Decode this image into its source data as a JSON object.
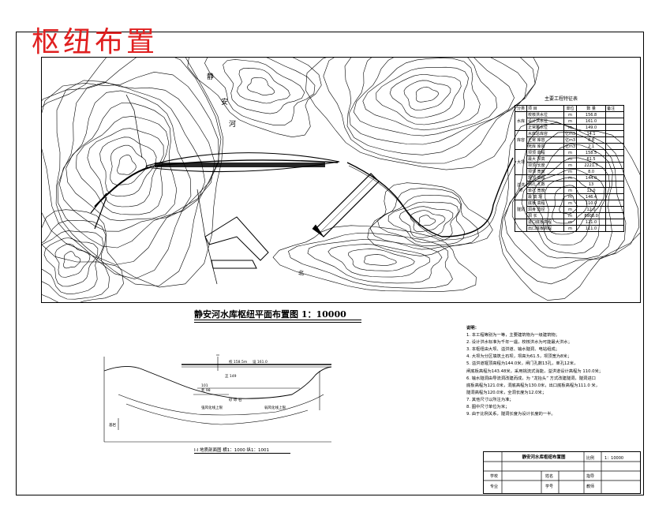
{
  "title": "枢纽布置",
  "plan": {
    "title": "静安河水库枢纽平面布置图 1：10000",
    "labels": {
      "river_1": "静",
      "river_2": "安",
      "river_3": "河",
      "north": "北"
    }
  },
  "table": {
    "title": "主要工程特征表",
    "headers": [
      "分类",
      "项 目",
      "单位",
      "数 量",
      "备注"
    ],
    "groups": [
      {
        "name": "水库",
        "rows": [
          [
            "校核洪水位",
            "m",
            "156.8"
          ],
          [
            "设计洪水位",
            "m",
            "161.0"
          ],
          [
            "正常蓄水位",
            "m",
            "149.0"
          ]
        ]
      },
      {
        "name": "库容",
        "rows": [
          [
            "水库总库容",
            "亿m3",
            "14.1"
          ],
          [
            "正常 库容",
            "亿m3",
            "8.8"
          ],
          [
            "死库 库容",
            "亿m3",
            "2.1"
          ]
        ]
      },
      {
        "name": "大坝",
        "rows": [
          [
            "坝顶 高程",
            "m",
            "158.5"
          ],
          [
            "最大 坝高",
            "m",
            "61.5"
          ],
          [
            "坝顶 长度",
            "m",
            "2221.7"
          ],
          [
            "坝顶 宽度",
            "m",
            "8.0"
          ]
        ]
      },
      {
        "name": "溢洪道",
        "rows": [
          [
            "堰顶 高程",
            "m",
            "144.0"
          ],
          [
            "闸孔 孔数",
            "",
            "13"
          ],
          [
            "单孔 宽度",
            "m",
            "12.0"
          ],
          [
            "最 高 堰",
            "m",
            "146.4"
          ]
        ]
      },
      {
        "name": "隧洞",
        "rows": [
          [
            "底板 高程",
            "m",
            "110.0"
          ],
          [
            "洞身 直径",
            "m",
            "12.0"
          ],
          [
            "洞 长",
            "m",
            "8908.0"
          ]
        ]
      },
      {
        "name": "",
        "rows": [
          [
            "进口底板高程",
            "m",
            "121.0"
          ],
          [
            "出口底板高程",
            "m",
            "111.0"
          ]
        ]
      }
    ]
  },
  "notes": {
    "heading": "说明：",
    "items": [
      "1. 本工程等别为一等，主要建筑物为一级建筑物；",
      "2. 设计洪水标准为千年一遇，校核洪水为可能最大洪水；",
      "3. 本枢纽由大坝、溢洪道、输水隧洞、电站组成；",
      "4. 大坝为分区填筑土石坝，坝高为61.5，坝顶宽为8米；",
      "5. 溢洪道堰顶高程为144.0米，闸门孔数13孔，单孔12米，",
      "   闸底板高程为143.48米，采用挑流式消能，溢洪道设计高程为 110.0米；",
      "6. 输水隧洞由导流洞改建而成，为 “龙抬头” 方式改建隧洞，隧洞进口",
      "   底板高程为121.0米，洞底高程为130.0米，出口底板高程为111.0        米，",
      "   隧洞高程为120.0米，全洞长度为12.0米；",
      "7. 其他尺寸以所注为准；",
      "8. 图中尺寸单位为米；",
      "9. 由于比例关系，隧洞长度为设计长度的一半。"
    ]
  },
  "section": {
    "caption": "Ⅰ-Ⅰ 地质剖面图 横1：1000 纵1：1001",
    "labels": {
      "crest": "校 158.5m",
      "crest2": "设 161.0",
      "normal": "正 149",
      "dead": "死 98",
      "bedrock": "强风化线上限",
      "bedrock2": "弱风化线上限",
      "bottom": "基岩",
      "mid": "砂  砾  石",
      "left": "101"
    }
  },
  "titleblock": {
    "drawing_name": "静安河水库枢纽布置图",
    "scale_label": "比例",
    "scale_value": "1：10000",
    "school_label": "学校",
    "name_label": "姓名",
    "major_label": "专业",
    "student_no_label": "学号",
    "mentor_label": "指导",
    "teacher_label": "教师"
  }
}
